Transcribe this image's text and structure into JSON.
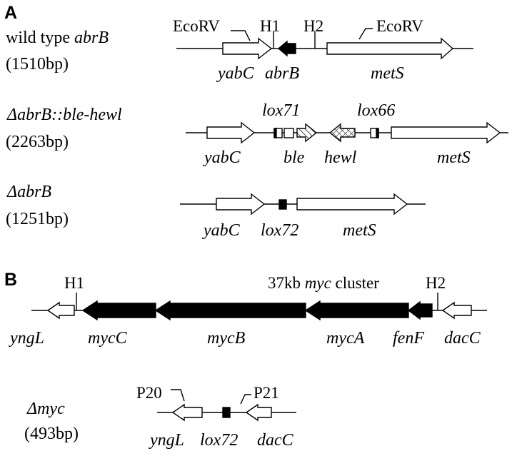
{
  "panels": {
    "a": "A",
    "b": "B"
  },
  "constructs": {
    "wild_type": {
      "name_plain": "wild type ",
      "name_italic": "abrB",
      "size": "(1510bp)",
      "sites": {
        "ecorv_left": "EcoRV",
        "h1": "H1",
        "h2": "H2",
        "ecorv_right": "EcoRV"
      },
      "genes": {
        "yabc": "yabC",
        "abrb": "abrB",
        "mets": "metS"
      }
    },
    "abrb_ble_hewl": {
      "name_italic": "ΔabrB::ble-hewl",
      "size": "(2263bp)",
      "sites": {
        "lox71": "lox71",
        "lox66": "lox66"
      },
      "genes": {
        "yabc": "yabC",
        "ble": "ble",
        "hewl": "hewl",
        "mets": "metS"
      }
    },
    "abrb_deleted": {
      "name_italic": "ΔabrB",
      "size": "(1251bp)",
      "genes": {
        "yabc": "yabC",
        "lox72": "lox72",
        "mets": "metS"
      }
    },
    "myc_cluster": {
      "title_plain_1": "37kb ",
      "title_italic": "myc",
      "title_plain_2": " cluster",
      "sites": {
        "h1": "H1",
        "h2": "H2"
      },
      "genes": {
        "yngl": "yngL",
        "mycc": "mycC",
        "mycb": "mycB",
        "myca": "mycA",
        "fenf": "fenF",
        "dacc": "dacC"
      }
    },
    "myc_deleted": {
      "name_italic": "Δmyc",
      "size": "(493bp)",
      "sites": {
        "p20": "P20",
        "p21": "P21"
      },
      "genes": {
        "yngl": "yngL",
        "lox72": "lox72",
        "dacc": "dacC"
      }
    }
  }
}
